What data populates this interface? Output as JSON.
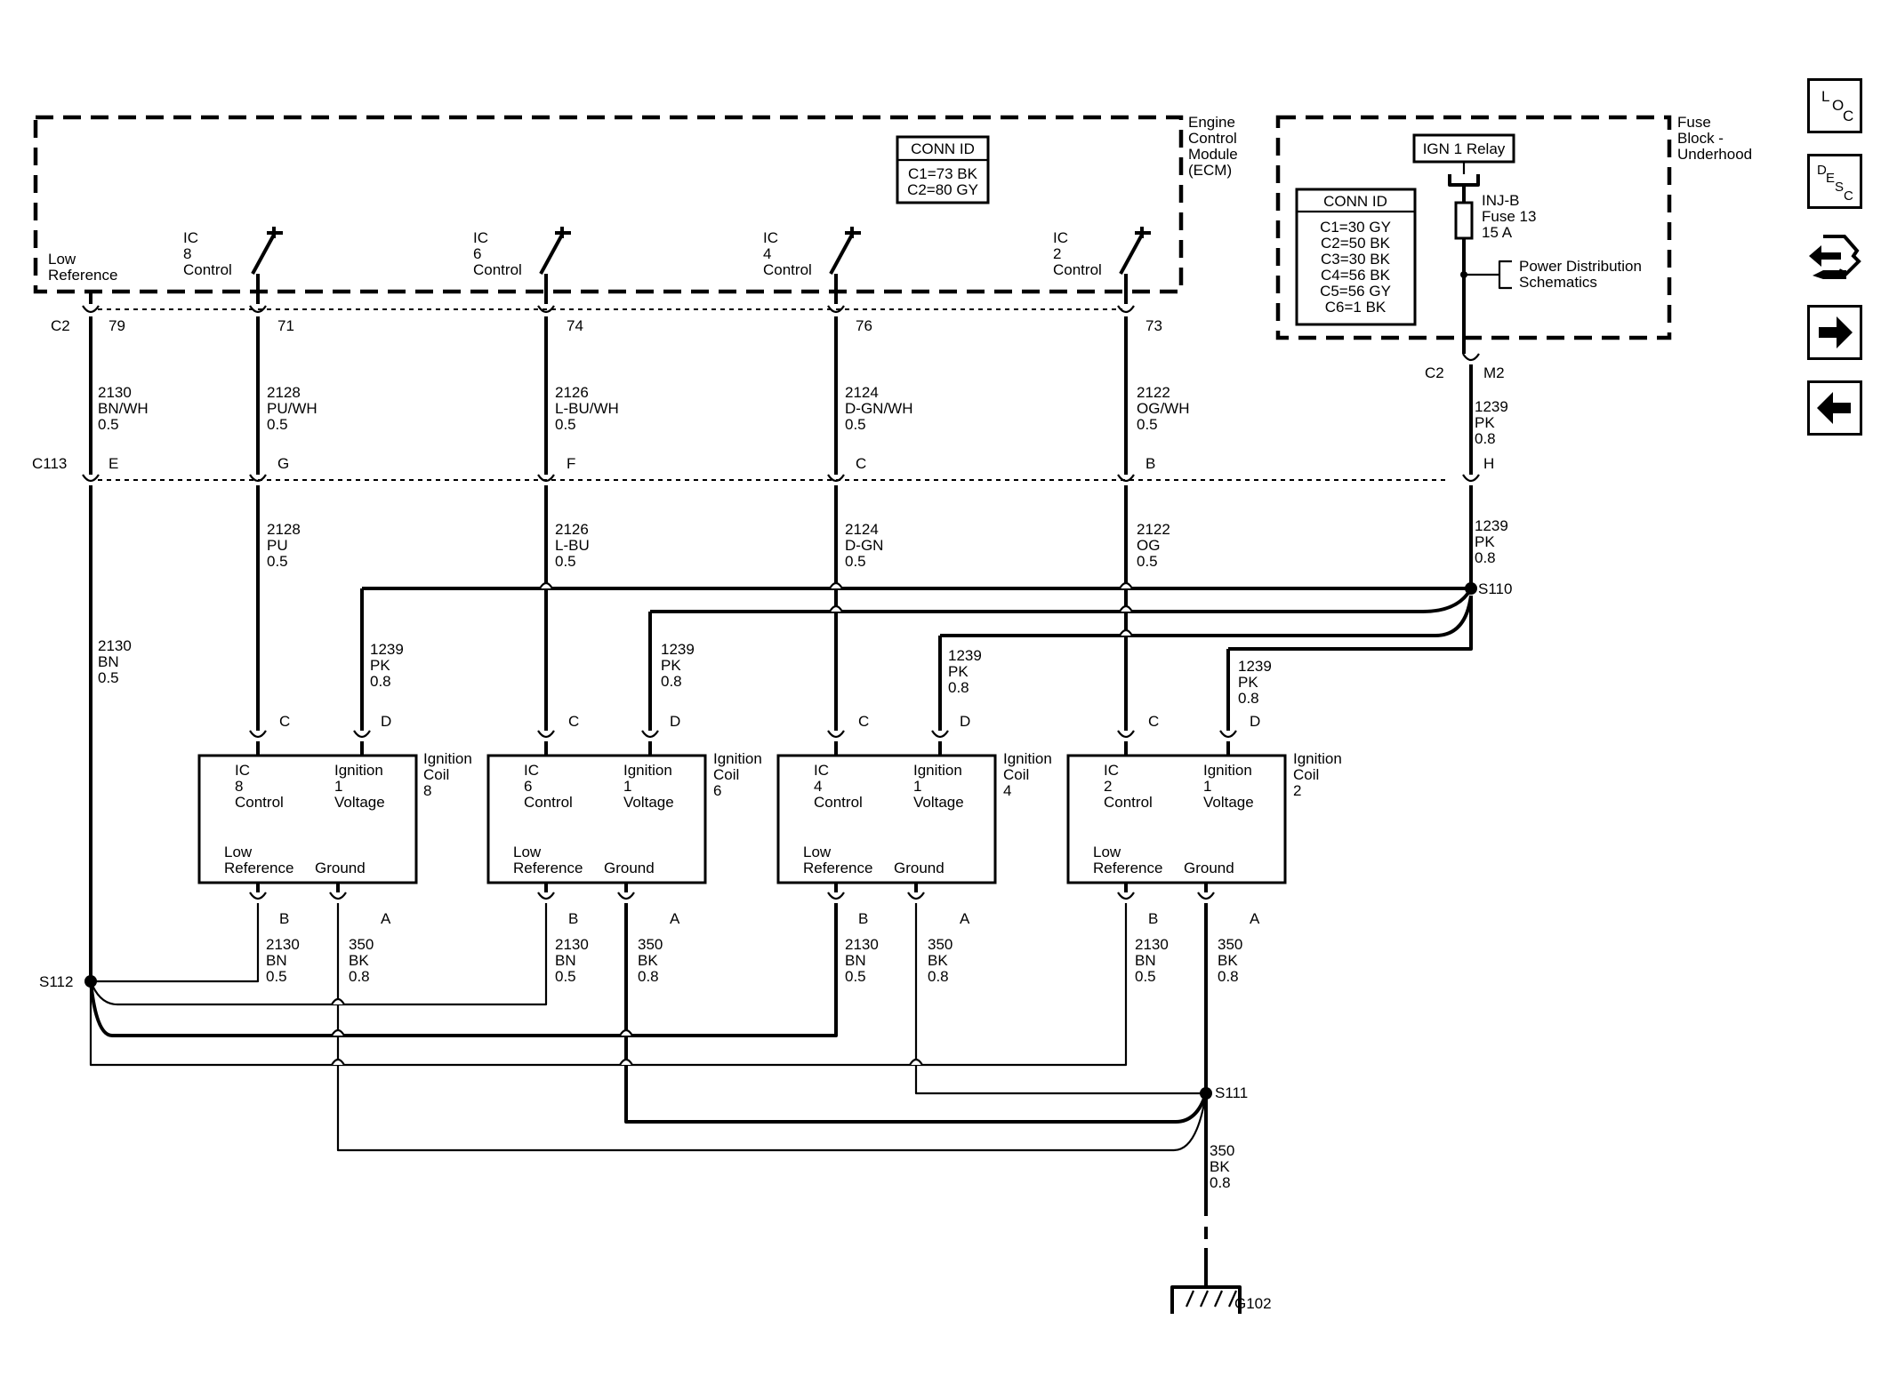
{
  "ecm": {
    "name": "Engine\nControl\nModule\n(ECM)",
    "conn_title": "CONN ID",
    "conn": [
      "C1=73 BK",
      "C2=80 GY"
    ],
    "low_ref": "Low\nReference",
    "conn_c2": "C2",
    "low_ref_pin": "79"
  },
  "fuse_block": {
    "name": "Fuse\nBlock -\nUnderhood",
    "relay": "IGN 1 Relay",
    "conn_title": "CONN ID",
    "conn": [
      "C1=30 GY",
      "C2=50 BK",
      "C3=30 BK",
      "C4=56 BK",
      "C5=56 GY",
      "C6=1 BK"
    ],
    "fuse": "INJ-B\nFuse 13\n15 A",
    "pds": "Power Distribution\nSchematics",
    "c2": "C2",
    "m2": "M2"
  },
  "c113": "C113",
  "low_ref_wire_top": "2130\nBN/WH\n0.5",
  "low_ref_pin_c113": "E",
  "low_ref_wire_bottom": "2130\nBN\n0.5",
  "pk_top": "1239\nPK\n0.8",
  "pk_pin_c113": "H",
  "pk_mid": "1239\nPK\n0.8",
  "channels": [
    {
      "ic": "IC\n8\nControl",
      "ecm_pin": "71",
      "wire_top": "2128\nPU/WH\n0.5",
      "c113_pin": "G",
      "wire_mid": "2128\nPU\n0.5",
      "pk_branch": "1239\nPK\n0.8",
      "coil": "Ignition\nCoil\n8"
    },
    {
      "ic": "IC\n6\nControl",
      "ecm_pin": "74",
      "wire_top": "2126\nL-BU/WH\n0.5",
      "c113_pin": "F",
      "wire_mid": "2126\nL-BU\n0.5",
      "pk_branch": "1239\nPK\n0.8",
      "coil": "Ignition\nCoil\n6"
    },
    {
      "ic": "IC\n4\nControl",
      "ecm_pin": "76",
      "wire_top": "2124\nD-GN/WH\n0.5",
      "c113_pin": "C",
      "wire_mid": "2124\nD-GN\n0.5",
      "pk_branch": "1239\nPK\n0.8",
      "coil": "Ignition\nCoil\n4"
    },
    {
      "ic": "IC\n2\nControl",
      "ecm_pin": "73",
      "wire_top": "2122\nOG/WH\n0.5",
      "c113_pin": "B",
      "wire_mid": "2122\nOG\n0.5",
      "pk_branch": "1239\nPK\n0.8",
      "coil": "Ignition\nCoil\n2"
    }
  ],
  "coil_box": {
    "ic_labels": [
      "IC\n8\nControl",
      "IC\n6\nControl",
      "IC\n4\nControl",
      "IC\n2\nControl"
    ],
    "ign_volt": "Ignition\n1\nVoltage",
    "low_ref": "Low\nReference",
    "ground": "Ground",
    "pin_c": "C",
    "pin_d": "D",
    "pin_b": "B",
    "pin_a": "A",
    "wire_b": "2130\nBN\n0.5",
    "wire_a": "350\nBK\n0.8"
  },
  "splices": {
    "s110": "S110",
    "s111": "S111",
    "s112": "S112"
  },
  "ground_wire": "350\nBK\n0.8",
  "ground_id": "G102",
  "nav": [
    {
      "name": "loc-button",
      "letters": [
        "L",
        "O",
        "C"
      ]
    },
    {
      "name": "desc-button",
      "letters": [
        "D",
        "E",
        "S",
        "C"
      ]
    },
    {
      "name": "connector-view-icon"
    },
    {
      "name": "next-arrow-icon"
    },
    {
      "name": "back-arrow-icon"
    }
  ]
}
